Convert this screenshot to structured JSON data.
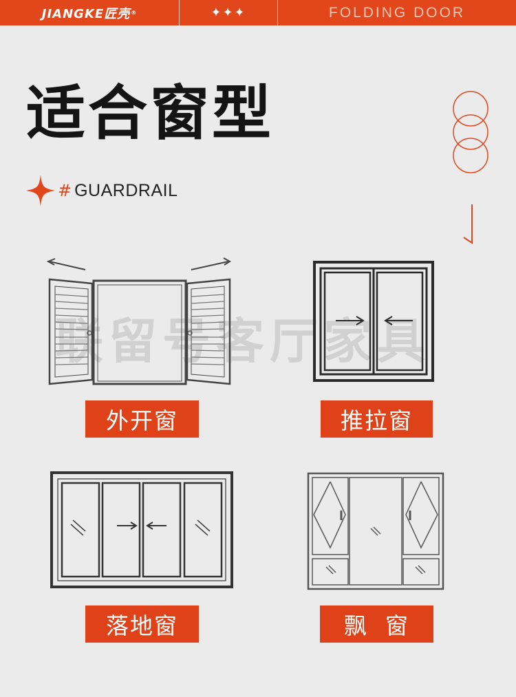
{
  "header": {
    "brand": "JIANGKE匠壳",
    "brand_mark": "®",
    "stars": "✦✦✦",
    "tagline": "FOLDING DOOR"
  },
  "title": "适合窗型",
  "subtitle": {
    "star_icon": "four-point-star-icon",
    "hash": "#",
    "text": "GUARDRAIL"
  },
  "watermark": "联留号客厅家具",
  "windows": [
    {
      "label": "外开窗",
      "icon": "casement-window-icon"
    },
    {
      "label": "推拉窗",
      "icon": "sliding-window-icon"
    },
    {
      "label": "落地窗",
      "icon": "floor-window-icon"
    },
    {
      "label": "飘  窗",
      "icon": "bay-window-icon"
    }
  ],
  "colors": {
    "accent": "#e2461b",
    "background": "#ebebeb",
    "text": "#141414"
  }
}
